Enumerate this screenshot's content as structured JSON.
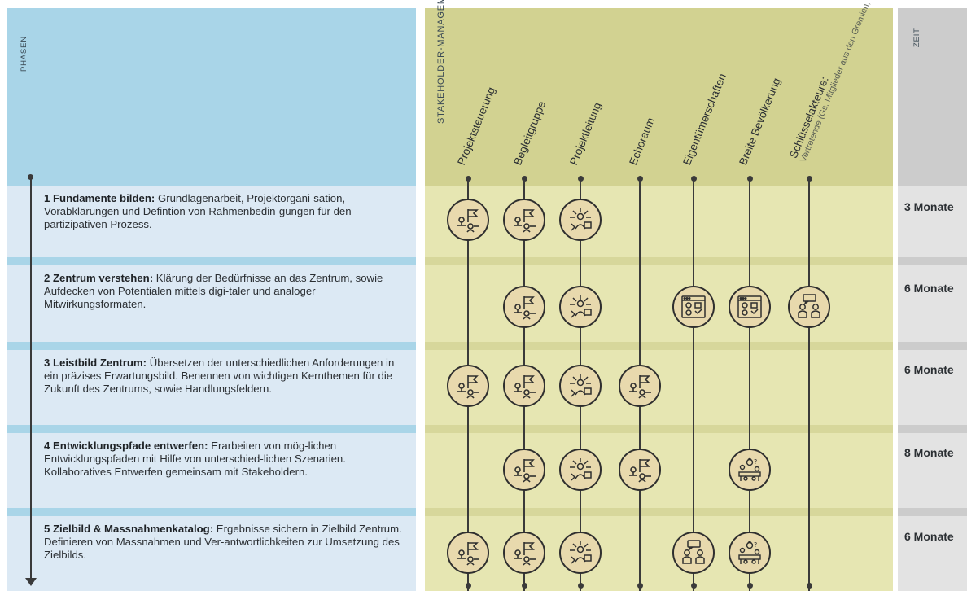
{
  "headers": {
    "phasen": "PHASEN",
    "stakeholder": "STAKEHOLDER-MANAGEMENT",
    "zeit": "ZEIT"
  },
  "stakeholders": [
    {
      "label": "Projektsteuerung",
      "sub": ""
    },
    {
      "label": "Begleitgruppe",
      "sub": ""
    },
    {
      "label": "Projektleitung",
      "sub": ""
    },
    {
      "label": "Echoraum",
      "sub": ""
    },
    {
      "label": "Eigentümerschaften",
      "sub": ""
    },
    {
      "label": "Breite Bevölkerung",
      "sub": ""
    },
    {
      "label": "Schlüsselakteure:",
      "sub": "Vertretende (Gs, Mitglieder aus den Gremien, etc.)"
    }
  ],
  "phases": [
    {
      "title": "1 Fundamente bilden:",
      "text": "Grundlagenarbeit, Projektorgani-sation, Vorabklärungen und Defintion von Rahmenbedin-gungen für den partizipativen Prozess.",
      "duration": "3 Monate"
    },
    {
      "title": "2 Zentrum verstehen:",
      "text": "Klärung der Bedürfnisse an das Zentrum, sowie Aufdecken von Potentialen mittels digi-taler und analoger Mitwirkungsformaten.",
      "duration": "6 Monate"
    },
    {
      "title": "3 Leistbild Zentrum:",
      "text": "Übersetzen der unterschiedlichen Anforderungen in ein präzises Erwartungsbild. Benennen von wichtigen Kernthemen für die Zukunft des Zentrums, sowie Handlungsfeldern.",
      "duration": "6 Monate"
    },
    {
      "title": "4 Entwicklungspfade entwerfen:",
      "text": "Erarbeiten von mög-lichen Entwicklungspfaden mit Hilfe von unterschied-lichen Szenarien. Kollaboratives Entwerfen gemeinsam mit Stakeholdern.",
      "duration": "8 Monate"
    },
    {
      "title": "5 Zielbild & Massnahmenkatalog:",
      "text": "Ergebnisse sichern in Zielbild Zentrum. Definieren von Massnahmen und Ver-antwortlichkeiten zur Umsetzung des Zielbilds.",
      "duration": "6 Monate"
    }
  ],
  "icons": [
    {
      "phase": 1,
      "stakeholder": 1,
      "type": "flag-person-icon"
    },
    {
      "phase": 1,
      "stakeholder": 2,
      "type": "flag-person-icon"
    },
    {
      "phase": 1,
      "stakeholder": 3,
      "type": "network-person-icon"
    },
    {
      "phase": 2,
      "stakeholder": 2,
      "type": "flag-person-icon"
    },
    {
      "phase": 2,
      "stakeholder": 3,
      "type": "network-person-icon"
    },
    {
      "phase": 2,
      "stakeholder": 5,
      "type": "online-survey-icon"
    },
    {
      "phase": 2,
      "stakeholder": 6,
      "type": "online-survey-icon"
    },
    {
      "phase": 2,
      "stakeholder": 7,
      "type": "dialogue-icon"
    },
    {
      "phase": 3,
      "stakeholder": 1,
      "type": "flag-person-icon"
    },
    {
      "phase": 3,
      "stakeholder": 2,
      "type": "flag-person-icon"
    },
    {
      "phase": 3,
      "stakeholder": 3,
      "type": "network-person-icon"
    },
    {
      "phase": 3,
      "stakeholder": 4,
      "type": "flag-person-icon"
    },
    {
      "phase": 4,
      "stakeholder": 2,
      "type": "flag-person-icon"
    },
    {
      "phase": 4,
      "stakeholder": 3,
      "type": "network-person-icon"
    },
    {
      "phase": 4,
      "stakeholder": 4,
      "type": "flag-person-icon"
    },
    {
      "phase": 4,
      "stakeholder": 6,
      "type": "workshop-icon"
    },
    {
      "phase": 5,
      "stakeholder": 1,
      "type": "flag-person-icon"
    },
    {
      "phase": 5,
      "stakeholder": 2,
      "type": "flag-person-icon"
    },
    {
      "phase": 5,
      "stakeholder": 3,
      "type": "network-person-icon"
    },
    {
      "phase": 5,
      "stakeholder": 5,
      "type": "dialogue-icon"
    },
    {
      "phase": 5,
      "stakeholder": 6,
      "type": "workshop-icon"
    }
  ]
}
